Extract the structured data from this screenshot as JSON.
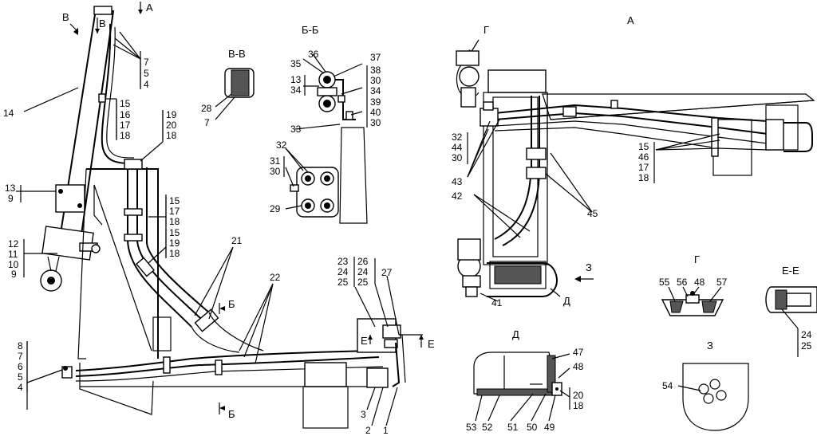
{
  "views": {
    "section_bb": "Б-Б",
    "section_vv": "В-В",
    "view_a": "А",
    "view_g": "Г",
    "view_d": "Д",
    "section_ee": "Е-Е",
    "view_z": "З"
  },
  "main_view": {
    "cut_marks": [
      "В",
      "В",
      "А",
      "Б",
      "Б",
      "Е",
      "Е"
    ],
    "labels": {
      "p14": "14",
      "s7_5_4": [
        "7",
        "5",
        "4"
      ],
      "s15_16_17_18": [
        "15",
        "16",
        "17",
        "18"
      ],
      "s19_20_18": [
        "19",
        "20",
        "18"
      ],
      "s13_9": [
        "13",
        "9"
      ],
      "s15_17_18": [
        "15",
        "17",
        "18"
      ],
      "s15_19_18": [
        "15",
        "19",
        "18"
      ],
      "s12_11_10_9": [
        "12",
        "11",
        "10",
        "9"
      ],
      "p21": "21",
      "p22": "22",
      "s23_24_25": [
        "23",
        "24",
        "25"
      ],
      "s26_24_25": [
        "26",
        "24",
        "25"
      ],
      "p27": "27",
      "s8_7_6_5_4": [
        "8",
        "7",
        "6",
        "5",
        "4"
      ],
      "p3": "3",
      "p2": "2",
      "p1": "1"
    }
  },
  "vv_view": {
    "labels": [
      "28",
      "7"
    ]
  },
  "bb_view": {
    "labels": {
      "p36": "36",
      "p35": "35",
      "p37": "37",
      "s13_34": [
        "13",
        "34"
      ],
      "s38_30_34": [
        "38",
        "30",
        "34"
      ],
      "s39_40_30": [
        "39",
        "40",
        "30"
      ],
      "p33": "33",
      "p32": "32",
      "s31_30": [
        "31",
        "30"
      ],
      "p29": "29"
    }
  },
  "a_view": {
    "labels": {
      "g_mark": "Г",
      "s32_44_30": [
        "32",
        "44",
        "30"
      ],
      "p43": "43",
      "p42": "42",
      "p45": "45",
      "s15_46_17_18": [
        "15",
        "46",
        "17",
        "18"
      ],
      "p41": "41",
      "z_mark": "З",
      "d_mark": "Д"
    }
  },
  "g_view": {
    "labels": [
      "55",
      "56",
      "48",
      "57"
    ]
  },
  "ee_view": {
    "labels": [
      "24",
      "25"
    ]
  },
  "d_view": {
    "labels": [
      "47",
      "48",
      "20",
      "18",
      "53",
      "52",
      "51",
      "50",
      "49"
    ]
  },
  "z_view": {
    "labels": [
      "54"
    ]
  }
}
